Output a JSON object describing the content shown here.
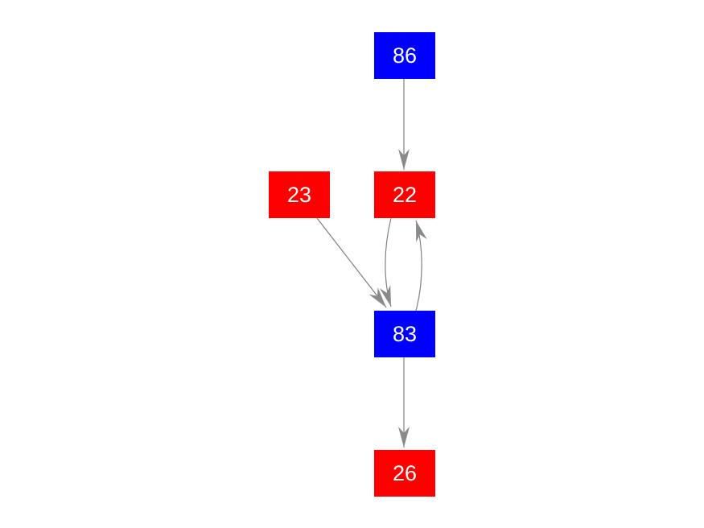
{
  "diagram": {
    "background_color": "#ffffff",
    "edge_color": "#808080",
    "arrowhead_color": "#8a8a8a",
    "node_text_color": "#ffffff",
    "node_colors": {
      "blue": "#0000ff",
      "red": "#ff0000"
    },
    "nodes": [
      {
        "id": "86",
        "label": "86",
        "color": "blue"
      },
      {
        "id": "23",
        "label": "23",
        "color": "red"
      },
      {
        "id": "22",
        "label": "22",
        "color": "red"
      },
      {
        "id": "83",
        "label": "83",
        "color": "blue"
      },
      {
        "id": "26",
        "label": "26",
        "color": "red"
      }
    ],
    "edges": [
      {
        "from": "86",
        "to": "22",
        "style": "straight"
      },
      {
        "from": "23",
        "to": "83",
        "style": "straight"
      },
      {
        "from": "22",
        "to": "83",
        "style": "curved"
      },
      {
        "from": "83",
        "to": "22",
        "style": "curved"
      },
      {
        "from": "83",
        "to": "26",
        "style": "straight"
      }
    ]
  }
}
